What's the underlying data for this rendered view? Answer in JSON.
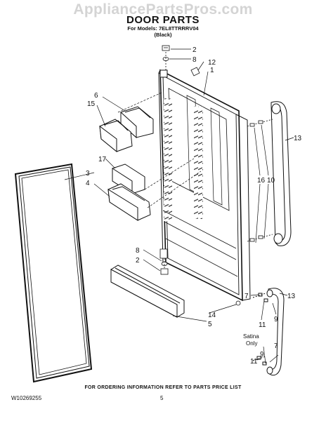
{
  "watermark": "AppliancePartsPros.com",
  "header": {
    "title": "DOOR PARTS",
    "models": "For Models: 7EL8TTRRRV04",
    "color": "(Black)"
  },
  "callouts": {
    "c2_top": "2",
    "c8_top": "8",
    "c12": "12",
    "c1": "1",
    "c6": "6",
    "c15": "15",
    "c13_top": "13",
    "c17": "17",
    "c3": "3",
    "c4": "4",
    "c16": "16",
    "c10": "10",
    "c8_bot": "8",
    "c2_bot": "2",
    "c14": "14",
    "c5": "5",
    "c7_a": "7",
    "c13_b": "13",
    "c11_a": "11",
    "c9_a": "9",
    "c9_b": "9",
    "c7_b": "7",
    "c11_b": "11"
  },
  "satina_label_1": "Satina",
  "satina_label_2": "Only",
  "footer": {
    "note": "FOR ORDERING INFORMATION REFER TO PARTS PRICE LIST",
    "doc_number": "W10269255",
    "page": "5"
  }
}
